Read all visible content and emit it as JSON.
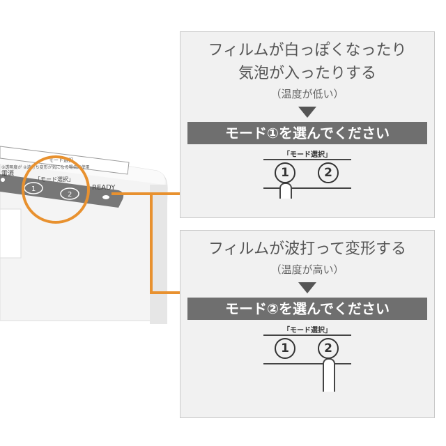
{
  "device": {
    "panel_text_top": "モード選択",
    "panel_text_note": "①透明度が ②波打ち変形が気になる場合に使用",
    "power_label": "電源",
    "mode_label": "「モード選択」",
    "button1": "1",
    "button2": "2",
    "ready_label": "READY"
  },
  "panel1": {
    "headline_line1": "フィルムが白っぽくなったり",
    "headline_line2": "気泡が入ったりする",
    "sub": "（温度が低い）",
    "banner": "モード①を選んでください",
    "mini_label": "「モード選択」",
    "button1": "1",
    "button2": "2"
  },
  "panel2": {
    "headline_line1": "フィルムが波打って変形する",
    "sub": "（温度が高い）",
    "banner": "モード②を選んでください",
    "mini_label": "「モード選択」",
    "button1": "1",
    "button2": "2"
  },
  "colors": {
    "accent": "#e8912f",
    "banner": "#6f6f6f",
    "panel_bg": "#f1f1f1"
  }
}
